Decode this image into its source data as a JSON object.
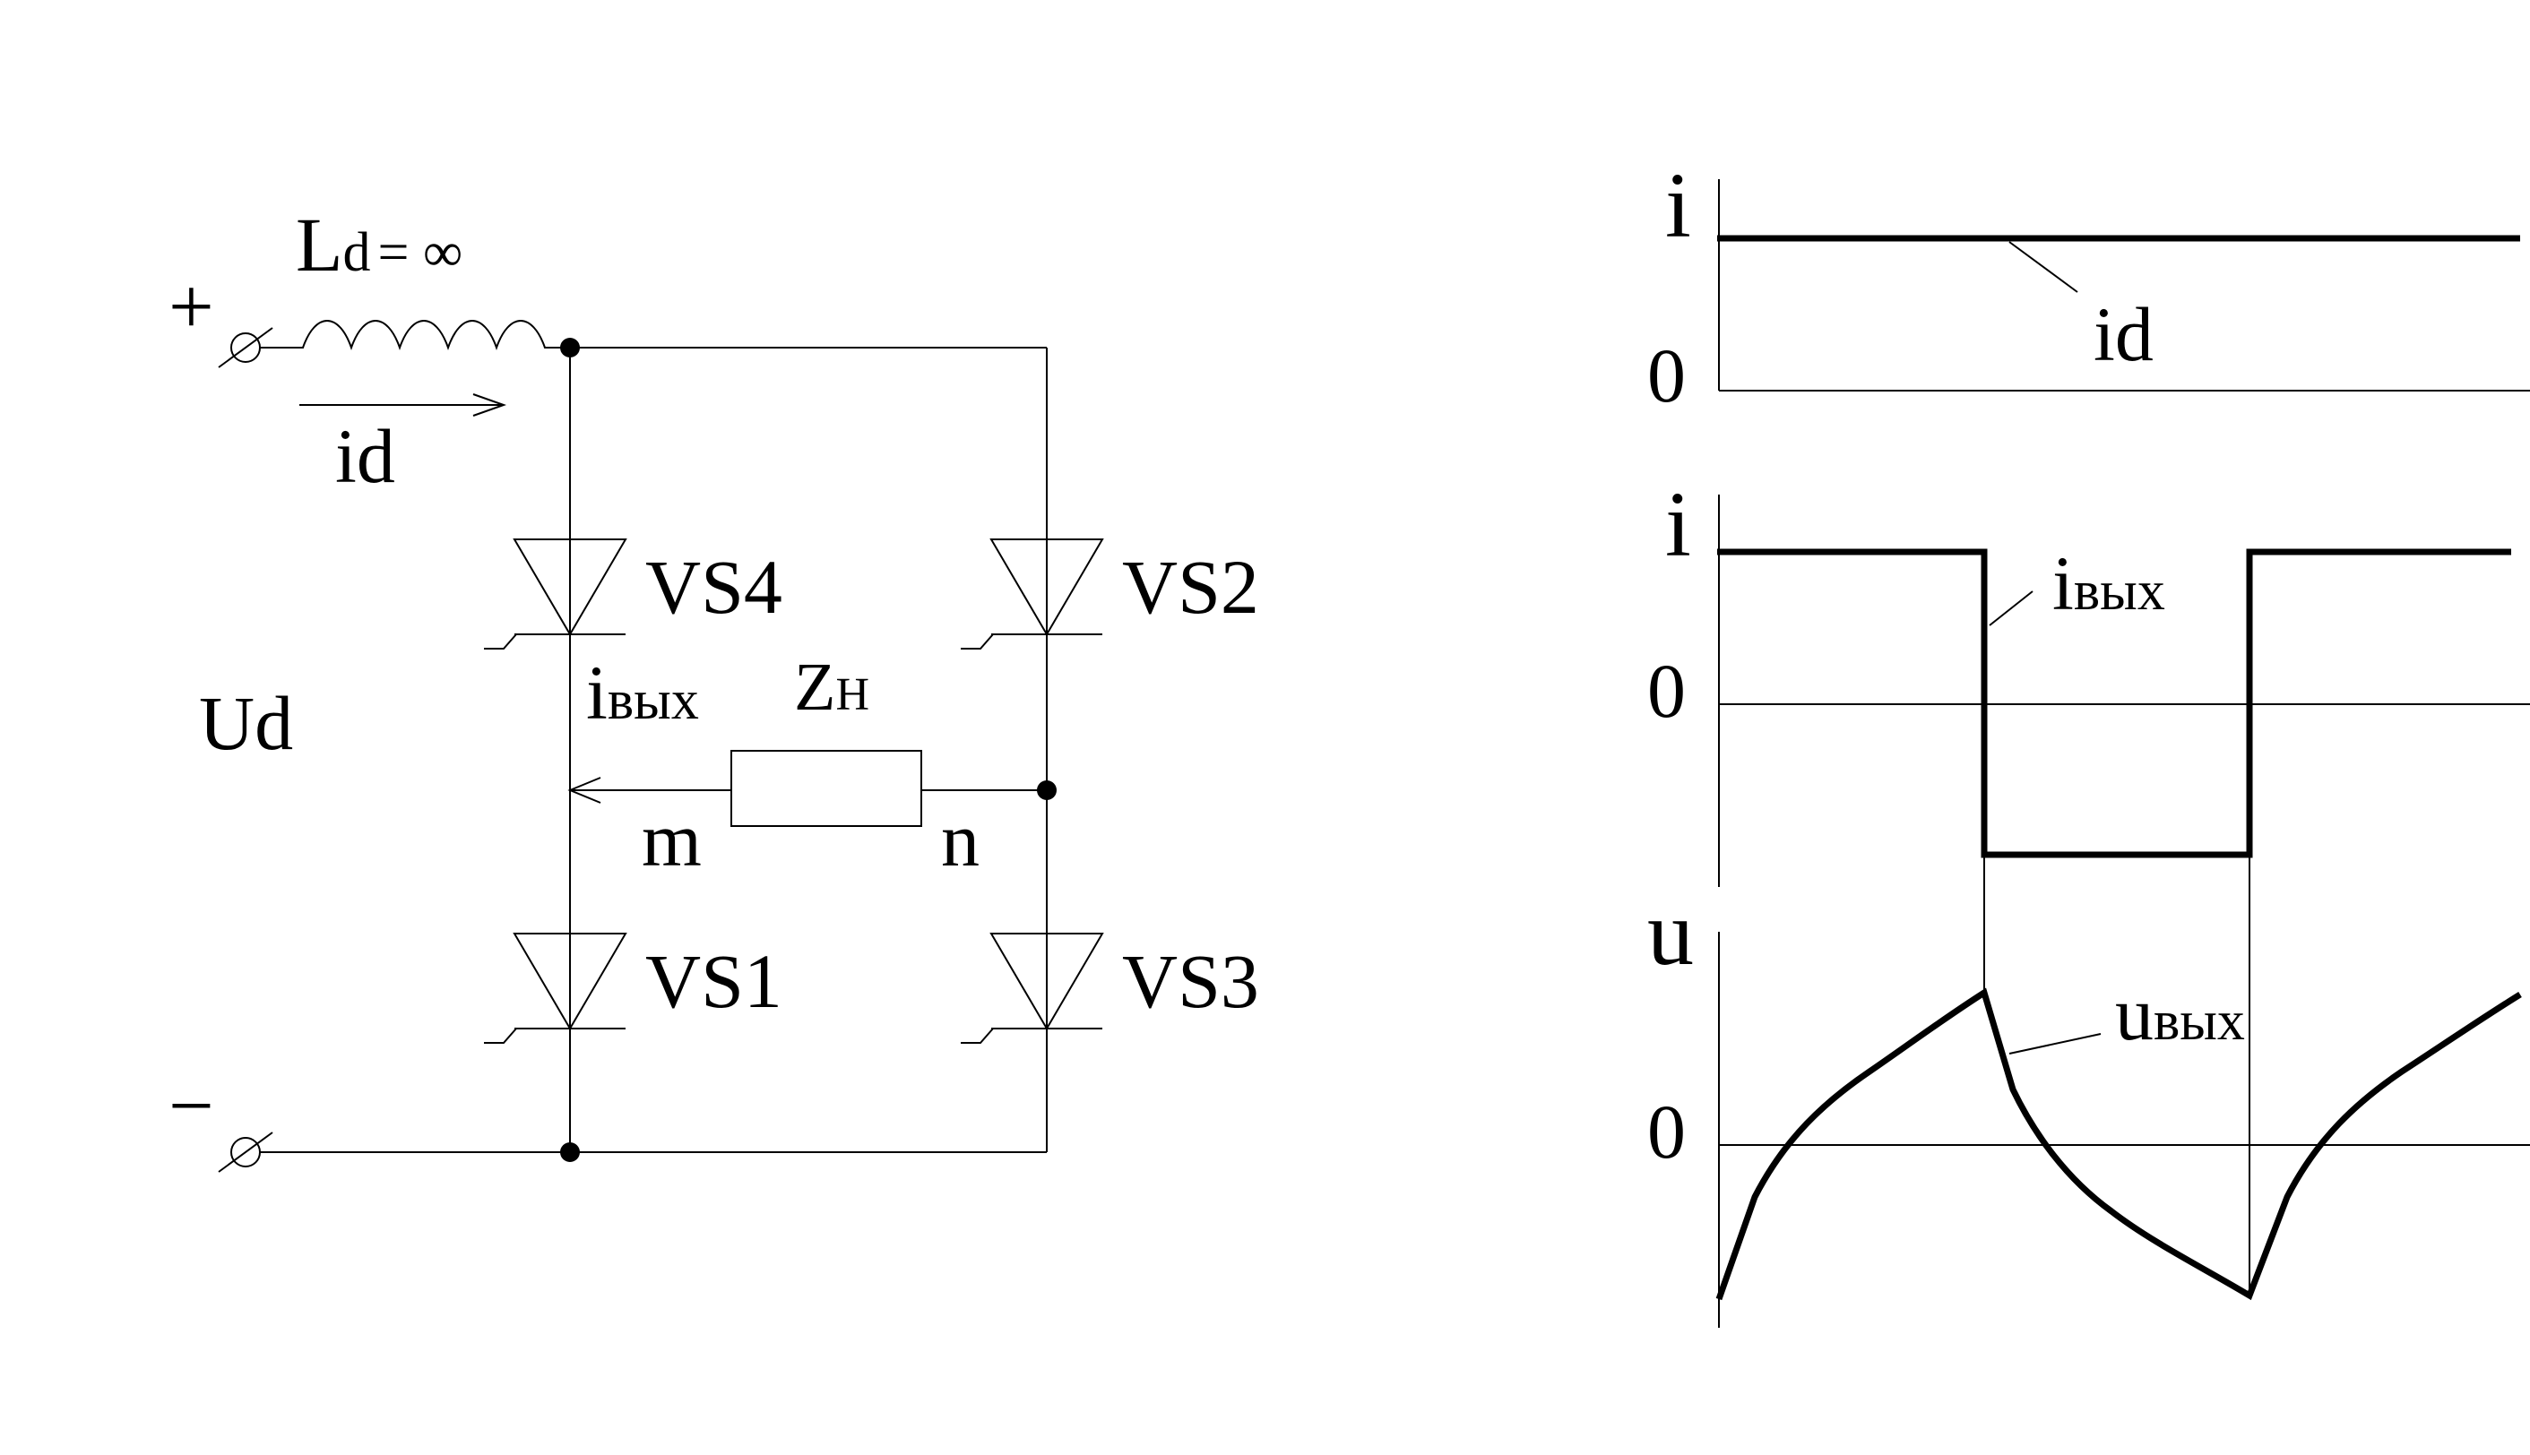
{
  "circuit": {
    "terminal_plus": "+",
    "terminal_minus": "−",
    "inductor_label_main": "L",
    "inductor_label_sub": "d",
    "inductor_label_value": "= ∞",
    "supply_current_main": "i",
    "supply_current_sub": "d",
    "supply_voltage": "Ud",
    "thyristors": [
      "VS4",
      "VS2",
      "VS1",
      "VS3"
    ],
    "output_current_main": "i",
    "output_current_sub": "вых",
    "load_main": "Z",
    "load_sub": "Н",
    "node_m": "m",
    "node_n": "n"
  },
  "waveforms": {
    "panel1": {
      "y_axis_label": "i",
      "zero_label": "0",
      "curve_main": "i",
      "curve_sub": "d"
    },
    "panel2": {
      "y_axis_label": "i",
      "zero_label": "0",
      "curve_main": "i",
      "curve_sub": "вых"
    },
    "panel3": {
      "y_axis_label": "u",
      "zero_label": "0",
      "curve_main": "u",
      "curve_sub": "вых"
    }
  }
}
